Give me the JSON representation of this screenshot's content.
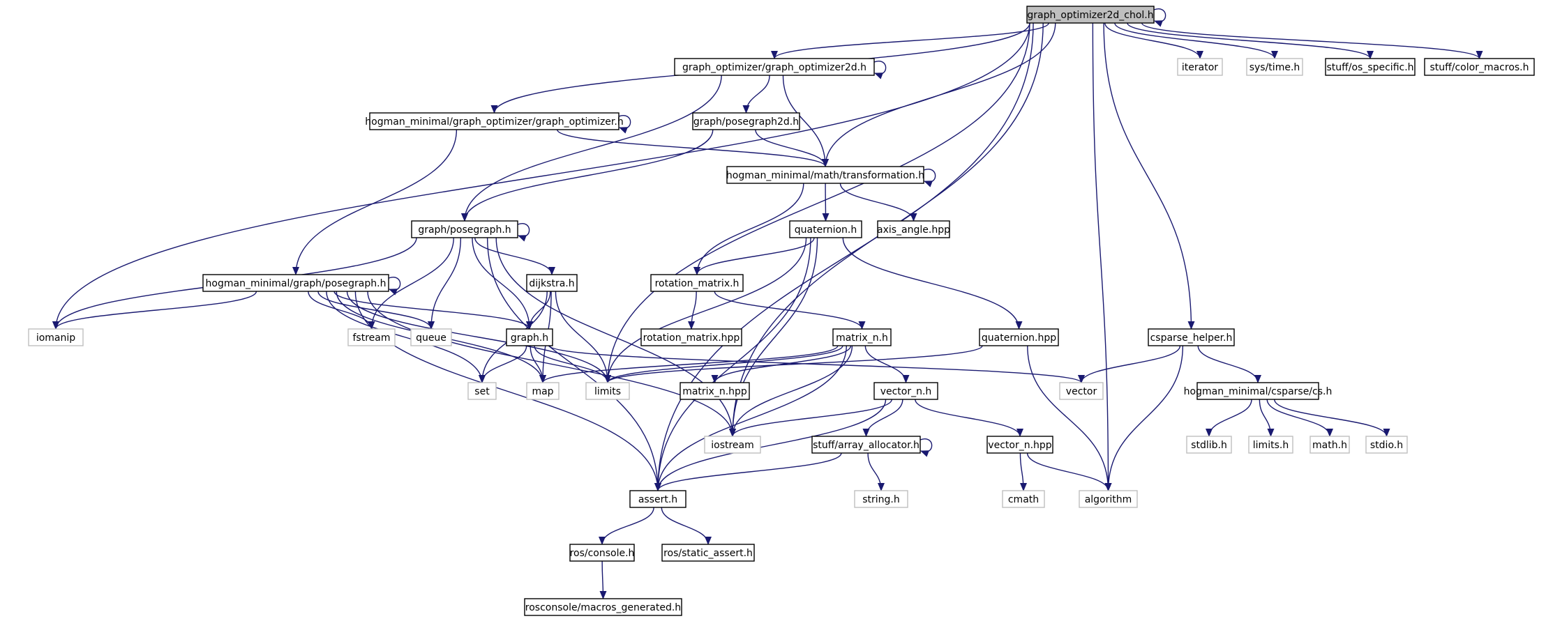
{
  "graph": {
    "nodes": [
      {
        "id": "root",
        "label": "graph_optimizer2d_chol.h",
        "kind": "root"
      },
      {
        "id": "go2d",
        "label": "graph_optimizer/graph_optimizer2d.h",
        "kind": "doc"
      },
      {
        "id": "hmgo",
        "label": "hogman_minimal/graph_optimizer/graph_optimizer.h",
        "kind": "doc"
      },
      {
        "id": "pg2d",
        "label": "graph/posegraph2d.h",
        "kind": "doc"
      },
      {
        "id": "trans",
        "label": "hogman_minimal/math/transformation.h",
        "kind": "doc"
      },
      {
        "id": "pg",
        "label": "graph/posegraph.h",
        "kind": "doc"
      },
      {
        "id": "quat",
        "label": "quaternion.h",
        "kind": "doc"
      },
      {
        "id": "axis",
        "label": "axis_angle.hpp",
        "kind": "doc"
      },
      {
        "id": "hmpg",
        "label": "hogman_minimal/graph/posegraph.h",
        "kind": "doc"
      },
      {
        "id": "dijk",
        "label": "dijkstra.h",
        "kind": "doc"
      },
      {
        "id": "rotm",
        "label": "rotation_matrix.h",
        "kind": "doc"
      },
      {
        "id": "rothpp",
        "label": "rotation_matrix.hpp",
        "kind": "doc"
      },
      {
        "id": "graphh",
        "label": "graph.h",
        "kind": "doc"
      },
      {
        "id": "matn",
        "label": "matrix_n.h",
        "kind": "doc"
      },
      {
        "id": "quathpp",
        "label": "quaternion.hpp",
        "kind": "doc"
      },
      {
        "id": "csh",
        "label": "csparse_helper.h",
        "kind": "doc"
      },
      {
        "id": "iomanip",
        "label": "iomanip",
        "kind": "ext"
      },
      {
        "id": "fstream",
        "label": "fstream",
        "kind": "ext"
      },
      {
        "id": "queue",
        "label": "queue",
        "kind": "ext"
      },
      {
        "id": "set",
        "label": "set",
        "kind": "ext"
      },
      {
        "id": "map",
        "label": "map",
        "kind": "ext"
      },
      {
        "id": "limits",
        "label": "limits",
        "kind": "ext"
      },
      {
        "id": "matnhpp",
        "label": "matrix_n.hpp",
        "kind": "doc"
      },
      {
        "id": "vecn",
        "label": "vector_n.h",
        "kind": "doc"
      },
      {
        "id": "vector",
        "label": "vector",
        "kind": "ext"
      },
      {
        "id": "cs",
        "label": "hogman_minimal/csparse/cs.h",
        "kind": "doc"
      },
      {
        "id": "iostream",
        "label": "iostream",
        "kind": "ext"
      },
      {
        "id": "arralloc",
        "label": "stuff/array_allocator.h",
        "kind": "doc"
      },
      {
        "id": "vecnhpp",
        "label": "vector_n.hpp",
        "kind": "doc"
      },
      {
        "id": "stdlib",
        "label": "stdlib.h",
        "kind": "ext"
      },
      {
        "id": "limitsh",
        "label": "limits.h",
        "kind": "ext"
      },
      {
        "id": "mathh",
        "label": "math.h",
        "kind": "ext"
      },
      {
        "id": "stdio",
        "label": "stdio.h",
        "kind": "ext"
      },
      {
        "id": "assert",
        "label": "assert.h",
        "kind": "doc"
      },
      {
        "id": "string",
        "label": "string.h",
        "kind": "ext"
      },
      {
        "id": "cmath",
        "label": "cmath",
        "kind": "ext"
      },
      {
        "id": "algorithm",
        "label": "algorithm",
        "kind": "ext"
      },
      {
        "id": "console",
        "label": "ros/console.h",
        "kind": "doc"
      },
      {
        "id": "sassert",
        "label": "ros/static_assert.h",
        "kind": "doc"
      },
      {
        "id": "macros",
        "label": "rosconsole/macros_generated.h",
        "kind": "doc"
      },
      {
        "id": "iterator",
        "label": "iterator",
        "kind": "ext"
      },
      {
        "id": "systime",
        "label": "sys/time.h",
        "kind": "ext"
      },
      {
        "id": "osspec",
        "label": "stuff/os_specific.h",
        "kind": "doc"
      },
      {
        "id": "colmac",
        "label": "stuff/color_macros.h",
        "kind": "doc"
      }
    ],
    "edges": [
      [
        "root",
        "root"
      ],
      [
        "root",
        "go2d"
      ],
      [
        "root",
        "hmgo"
      ],
      [
        "root",
        "trans"
      ],
      [
        "root",
        "iomanip"
      ],
      [
        "root",
        "assert"
      ],
      [
        "root",
        "limits"
      ],
      [
        "root",
        "iostream"
      ],
      [
        "root",
        "algorithm"
      ],
      [
        "root",
        "csh"
      ],
      [
        "root",
        "iterator"
      ],
      [
        "root",
        "systime"
      ],
      [
        "root",
        "osspec"
      ],
      [
        "root",
        "colmac"
      ],
      [
        "go2d",
        "go2d"
      ],
      [
        "go2d",
        "pg2d"
      ],
      [
        "go2d",
        "trans"
      ],
      [
        "go2d",
        "pg"
      ],
      [
        "hmgo",
        "hmgo"
      ],
      [
        "hmgo",
        "trans"
      ],
      [
        "hmgo",
        "hmpg"
      ],
      [
        "pg2d",
        "trans"
      ],
      [
        "pg2d",
        "pg"
      ],
      [
        "trans",
        "trans"
      ],
      [
        "trans",
        "quat"
      ],
      [
        "trans",
        "axis"
      ],
      [
        "trans",
        "rotm"
      ],
      [
        "pg",
        "pg"
      ],
      [
        "pg",
        "iomanip"
      ],
      [
        "pg",
        "fstream"
      ],
      [
        "pg",
        "queue"
      ],
      [
        "pg",
        "dijk"
      ],
      [
        "pg",
        "graphh"
      ],
      [
        "pg",
        "iostream"
      ],
      [
        "pg",
        "assert"
      ],
      [
        "quat",
        "rotm"
      ],
      [
        "quat",
        "quathpp"
      ],
      [
        "quat",
        "limits"
      ],
      [
        "quat",
        "iostream"
      ],
      [
        "quat",
        "assert"
      ],
      [
        "hmpg",
        "hmpg"
      ],
      [
        "hmpg",
        "iomanip"
      ],
      [
        "hmpg",
        "fstream"
      ],
      [
        "hmpg",
        "queue"
      ],
      [
        "hmpg",
        "graphh"
      ],
      [
        "hmpg",
        "set"
      ],
      [
        "hmpg",
        "map"
      ],
      [
        "hmpg",
        "limits"
      ],
      [
        "hmpg",
        "iostream"
      ],
      [
        "hmpg",
        "assert"
      ],
      [
        "dijk",
        "graphh"
      ],
      [
        "dijk",
        "set"
      ],
      [
        "dijk",
        "map"
      ],
      [
        "dijk",
        "limits"
      ],
      [
        "rotm",
        "rothpp"
      ],
      [
        "rotm",
        "matn"
      ],
      [
        "graphh",
        "set"
      ],
      [
        "graphh",
        "map"
      ],
      [
        "graphh",
        "limits"
      ],
      [
        "graphh",
        "vector"
      ],
      [
        "matn",
        "map"
      ],
      [
        "matn",
        "limits"
      ],
      [
        "matn",
        "matnhpp"
      ],
      [
        "matn",
        "vecn"
      ],
      [
        "matn",
        "iostream"
      ],
      [
        "matn",
        "assert"
      ],
      [
        "quathpp",
        "limits"
      ],
      [
        "quathpp",
        "algorithm"
      ],
      [
        "csh",
        "vector"
      ],
      [
        "csh",
        "cs"
      ],
      [
        "csh",
        "algorithm"
      ],
      [
        "cs",
        "stdlib"
      ],
      [
        "cs",
        "limitsh"
      ],
      [
        "cs",
        "mathh"
      ],
      [
        "cs",
        "stdio"
      ],
      [
        "vecn",
        "iostream"
      ],
      [
        "vecn",
        "arralloc"
      ],
      [
        "vecn",
        "vecnhpp"
      ],
      [
        "vecn",
        "assert"
      ],
      [
        "arralloc",
        "arralloc"
      ],
      [
        "arralloc",
        "assert"
      ],
      [
        "arralloc",
        "string"
      ],
      [
        "vecnhpp",
        "cmath"
      ],
      [
        "vecnhpp",
        "algorithm"
      ],
      [
        "assert",
        "console"
      ],
      [
        "assert",
        "sassert"
      ],
      [
        "console",
        "macros"
      ]
    ]
  }
}
